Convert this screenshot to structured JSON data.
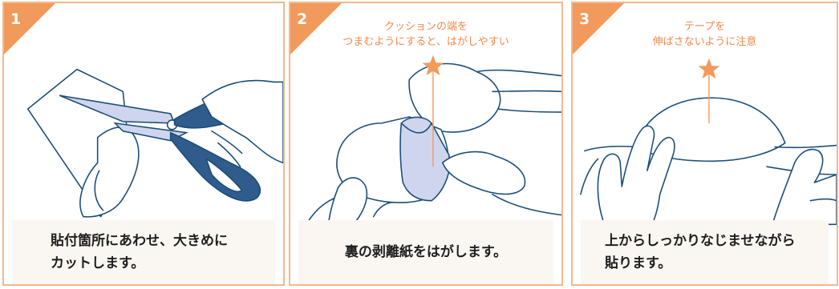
{
  "steps": [
    {
      "number": "1",
      "caption_lines": [
        "貼付箇所にあわせ、大きめに",
        "カットします。"
      ]
    },
    {
      "number": "2",
      "note_lines": [
        "クッションの端を",
        "つまむようにすると、はがしやすい"
      ],
      "caption_lines": [
        "裏の剥離紙をはがします。"
      ]
    },
    {
      "number": "3",
      "note_lines": [
        "テープを",
        "伸ばさないように注意"
      ],
      "caption_lines": [
        "上からしっかりなじませながら",
        "貼ります。"
      ]
    }
  ],
  "colors": {
    "accent": "#f19a5b",
    "border": "#f4b88d",
    "line": "#1c4e78",
    "scissors": "#2f5c8c",
    "sheet": "#cfd5ee",
    "caption_bg": "#faf7f3"
  }
}
